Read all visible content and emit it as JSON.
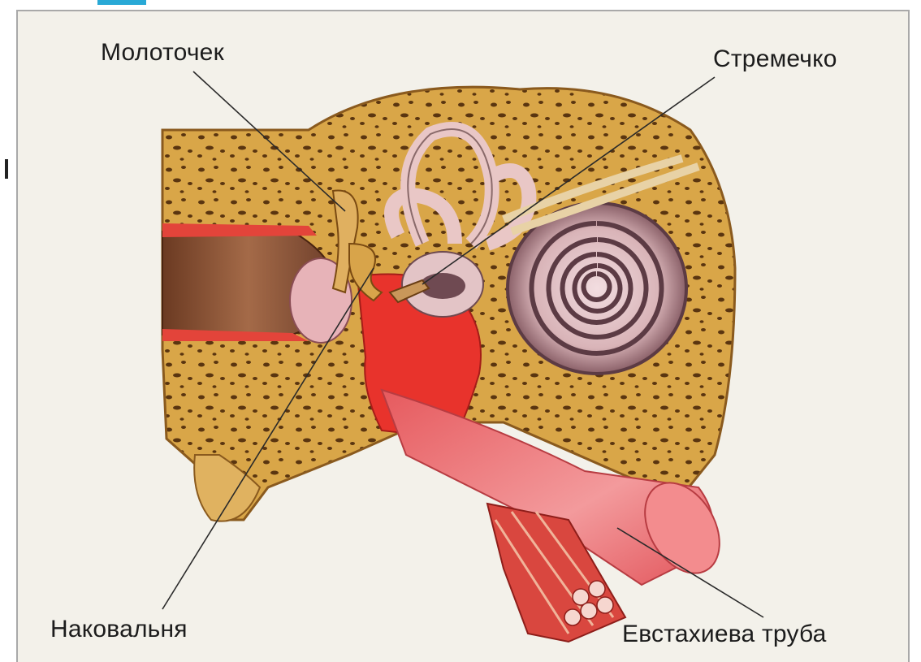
{
  "labels": {
    "malleus": "Молоточек",
    "stapes": "Стремечко",
    "incus": "Наковальня",
    "eustachian_tube": "Евстахиева труба"
  },
  "colors": {
    "background": "#f3f1ea",
    "bone": "#d9a648",
    "bone_dark": "#7a4a12",
    "canal_red": "#e8332c",
    "tube_pink": "#f0868c",
    "cochlea": "#d9b4b8",
    "cochlea_dark": "#5c3b44",
    "accent": "#29a9d6"
  }
}
